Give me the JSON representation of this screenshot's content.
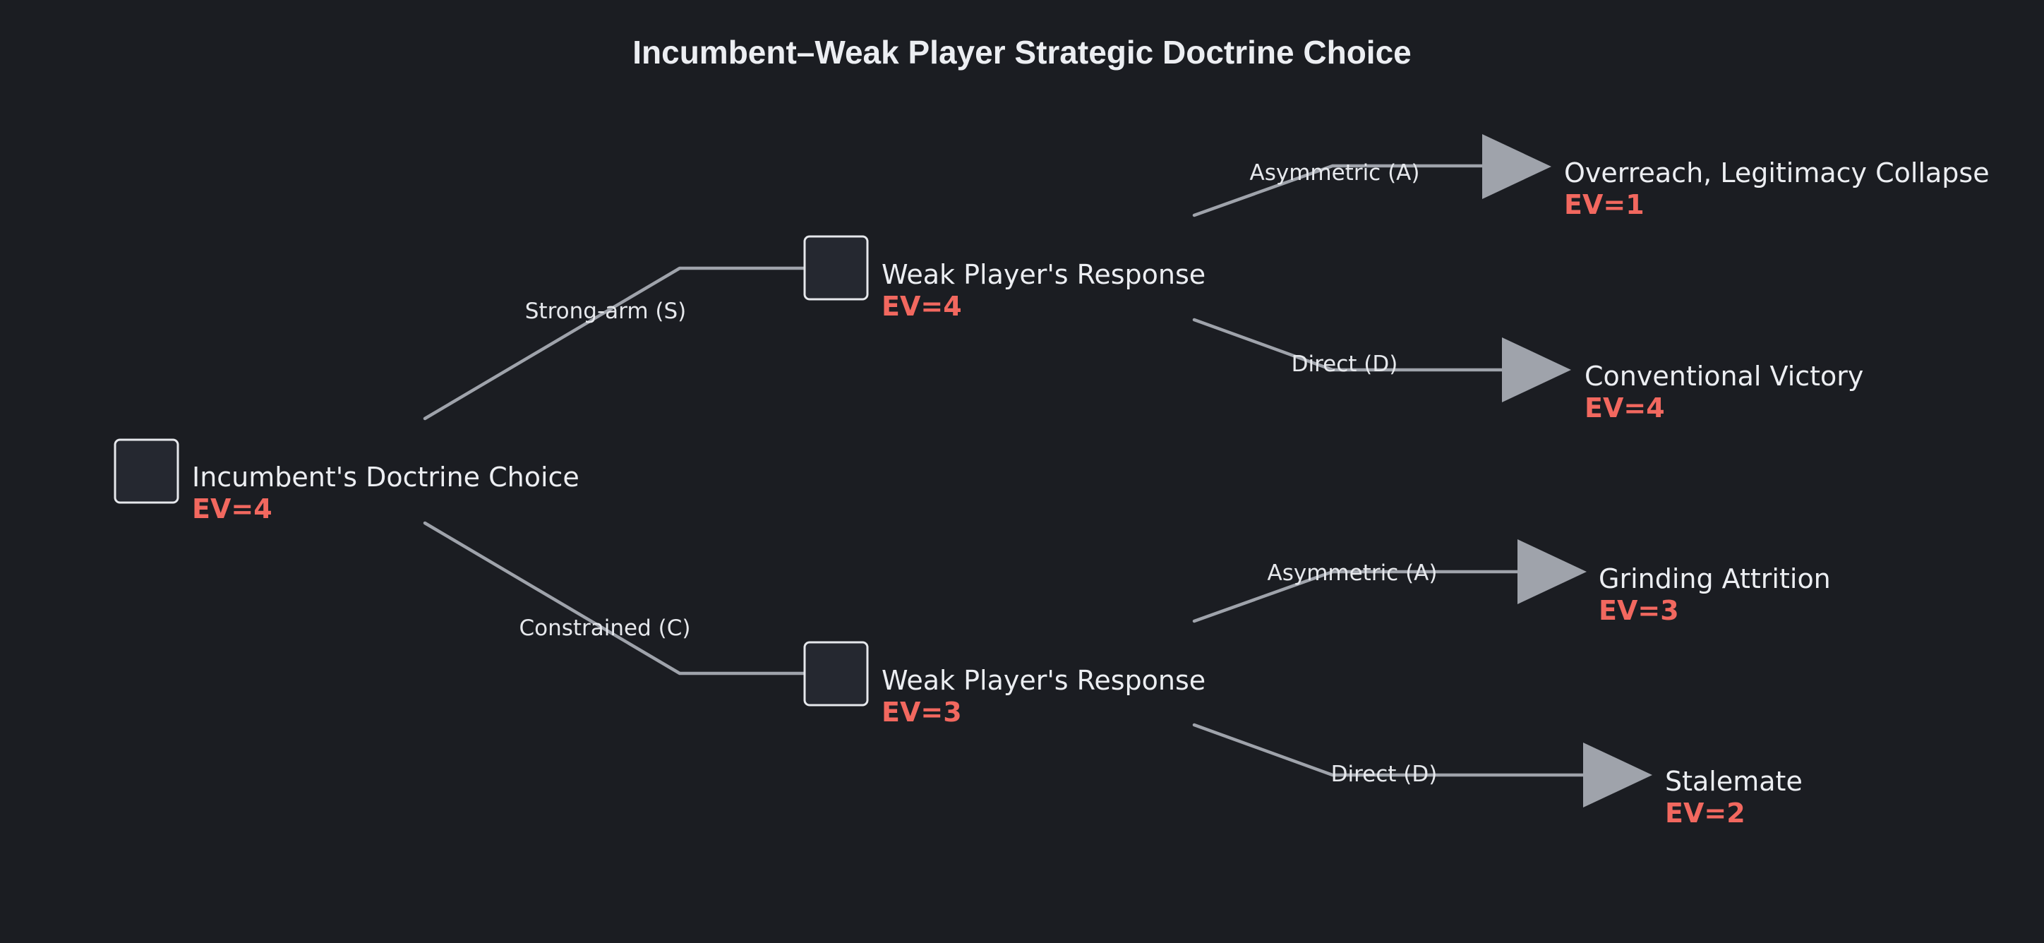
{
  "title": "Incumbent–Weak Player Strategic Doctrine Choice",
  "colors": {
    "background": "#1b1d22",
    "edge": "#9fa3ab",
    "ev": "#f2685f",
    "text": "#eceef2",
    "node_fill": "#252830"
  },
  "root": {
    "name": "Incumbent's Doctrine Choice",
    "ev": "EV=4"
  },
  "branches": [
    {
      "label": "Strong-arm (S)",
      "node": {
        "name": "Weak Player's Response",
        "ev": "EV=4"
      },
      "outcomes": [
        {
          "label": "Asymmetric (A)",
          "name": "Overreach, Legitimacy Collapse",
          "ev": "EV=1"
        },
        {
          "label": "Direct (D)",
          "name": "Conventional Victory",
          "ev": "EV=4"
        }
      ]
    },
    {
      "label": "Constrained (C)",
      "node": {
        "name": "Weak Player's Response",
        "ev": "EV=3"
      },
      "outcomes": [
        {
          "label": "Asymmetric (A)",
          "name": "Grinding Attrition",
          "ev": "EV=3"
        },
        {
          "label": "Direct (D)",
          "name": "Stalemate",
          "ev": "EV=2"
        }
      ]
    }
  ]
}
